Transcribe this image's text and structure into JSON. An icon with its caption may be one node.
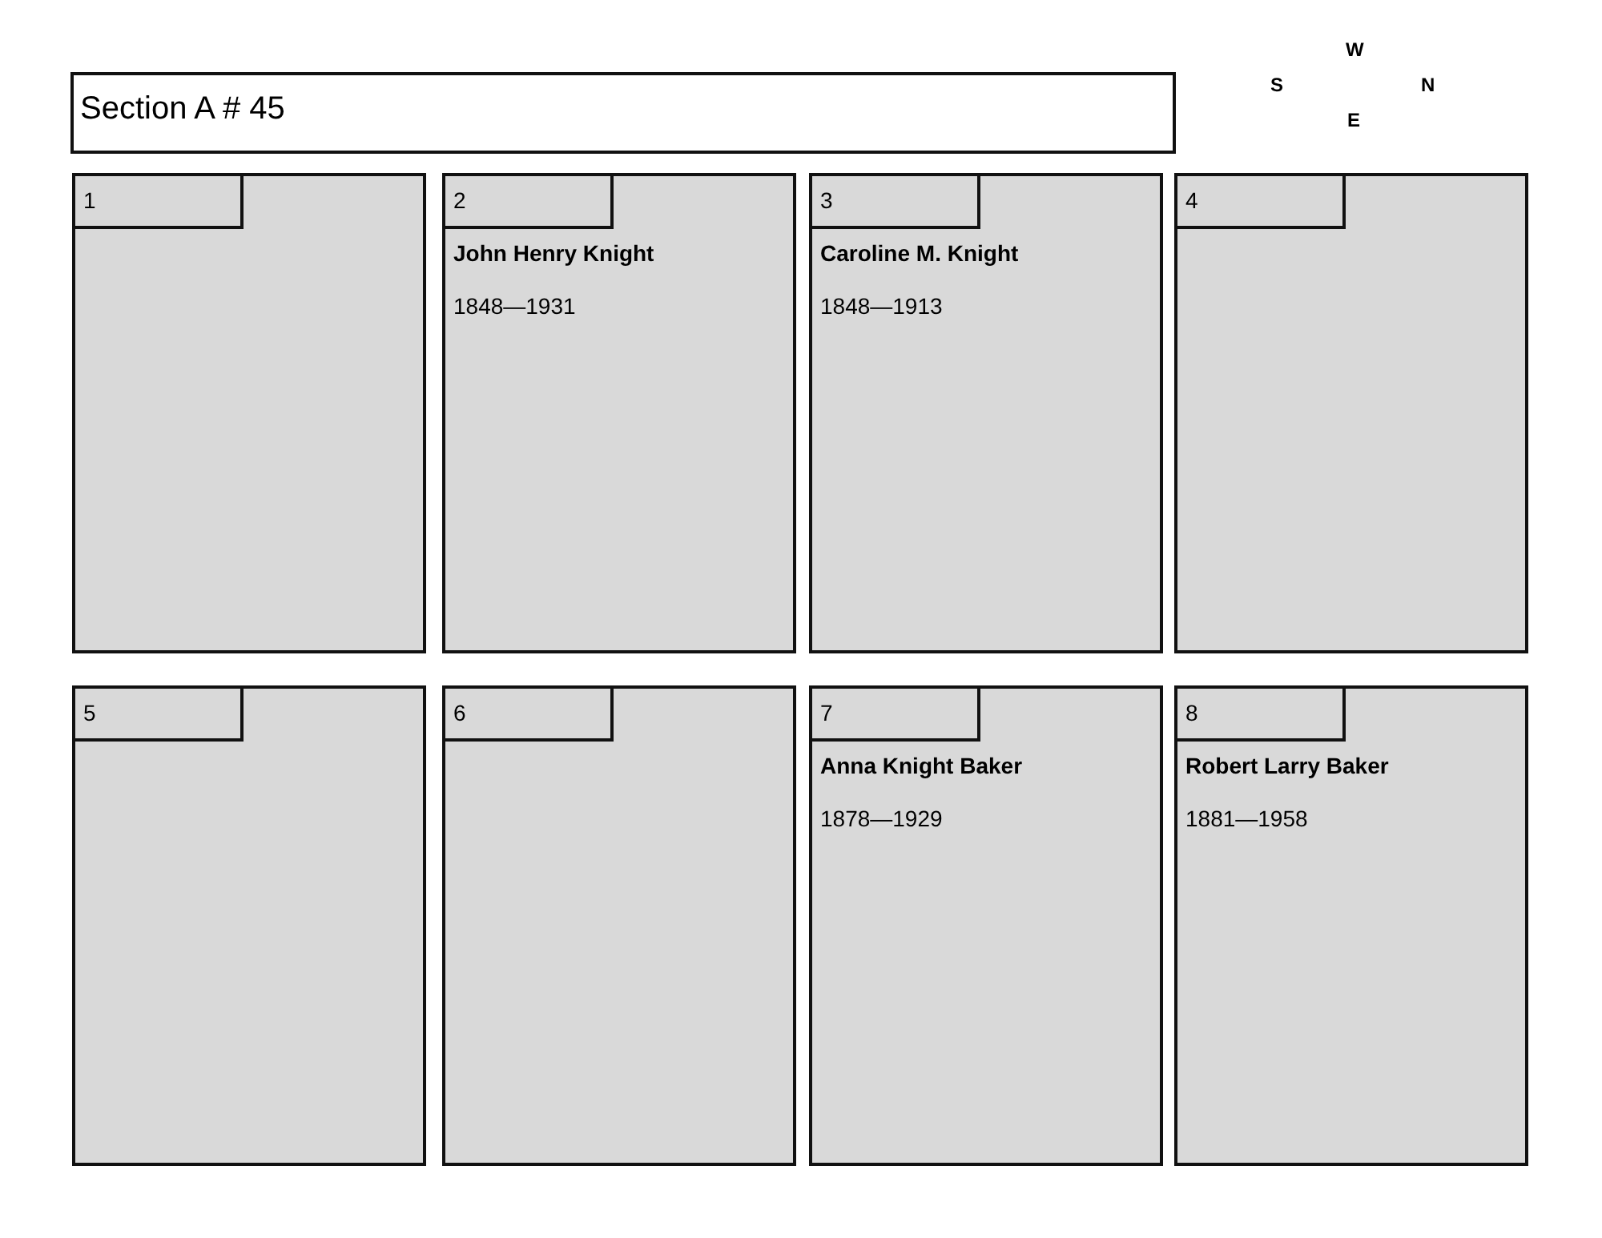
{
  "diagram": {
    "nodes": [
      {
        "text": [
          "Section A # 45"
        ]
      },
      {
        "text": [],
        "shape": "box"
      },
      {
        "text": [
          "1"
        ],
        "in": 1
      },
      {
        "text": [
          "John Henry Knight",
          "1848—1931"
        ]
      },
      {
        "text": [
          "2"
        ],
        "in": 3
      },
      {
        "text": [
          "Caroline M. Knight",
          "1848—1913"
        ]
      },
      {
        "text": [
          "3"
        ],
        "in": 5
      },
      {
        "text": [],
        "shape": "box"
      },
      {
        "text": [
          "4"
        ],
        "in": 7
      },
      {
        "text": [],
        "shape": "box"
      },
      {
        "text": [
          "5"
        ],
        "in": 9
      },
      {
        "text": [],
        "shape": "box"
      },
      {
        "text": [
          "6"
        ],
        "in": 11
      },
      {
        "text": [
          "Anna Knight Baker",
          "1878—1929"
        ]
      },
      {
        "text": [
          "7"
        ],
        "in": 13
      },
      {
        "text": [
          "Robert Larry Baker",
          "1881—1958"
        ]
      },
      {
        "text": [
          "8"
        ],
        "in": 15
      }
    ],
    "edges": [],
    "labels": [
      "W",
      "S",
      "N",
      "E"
    ]
  }
}
